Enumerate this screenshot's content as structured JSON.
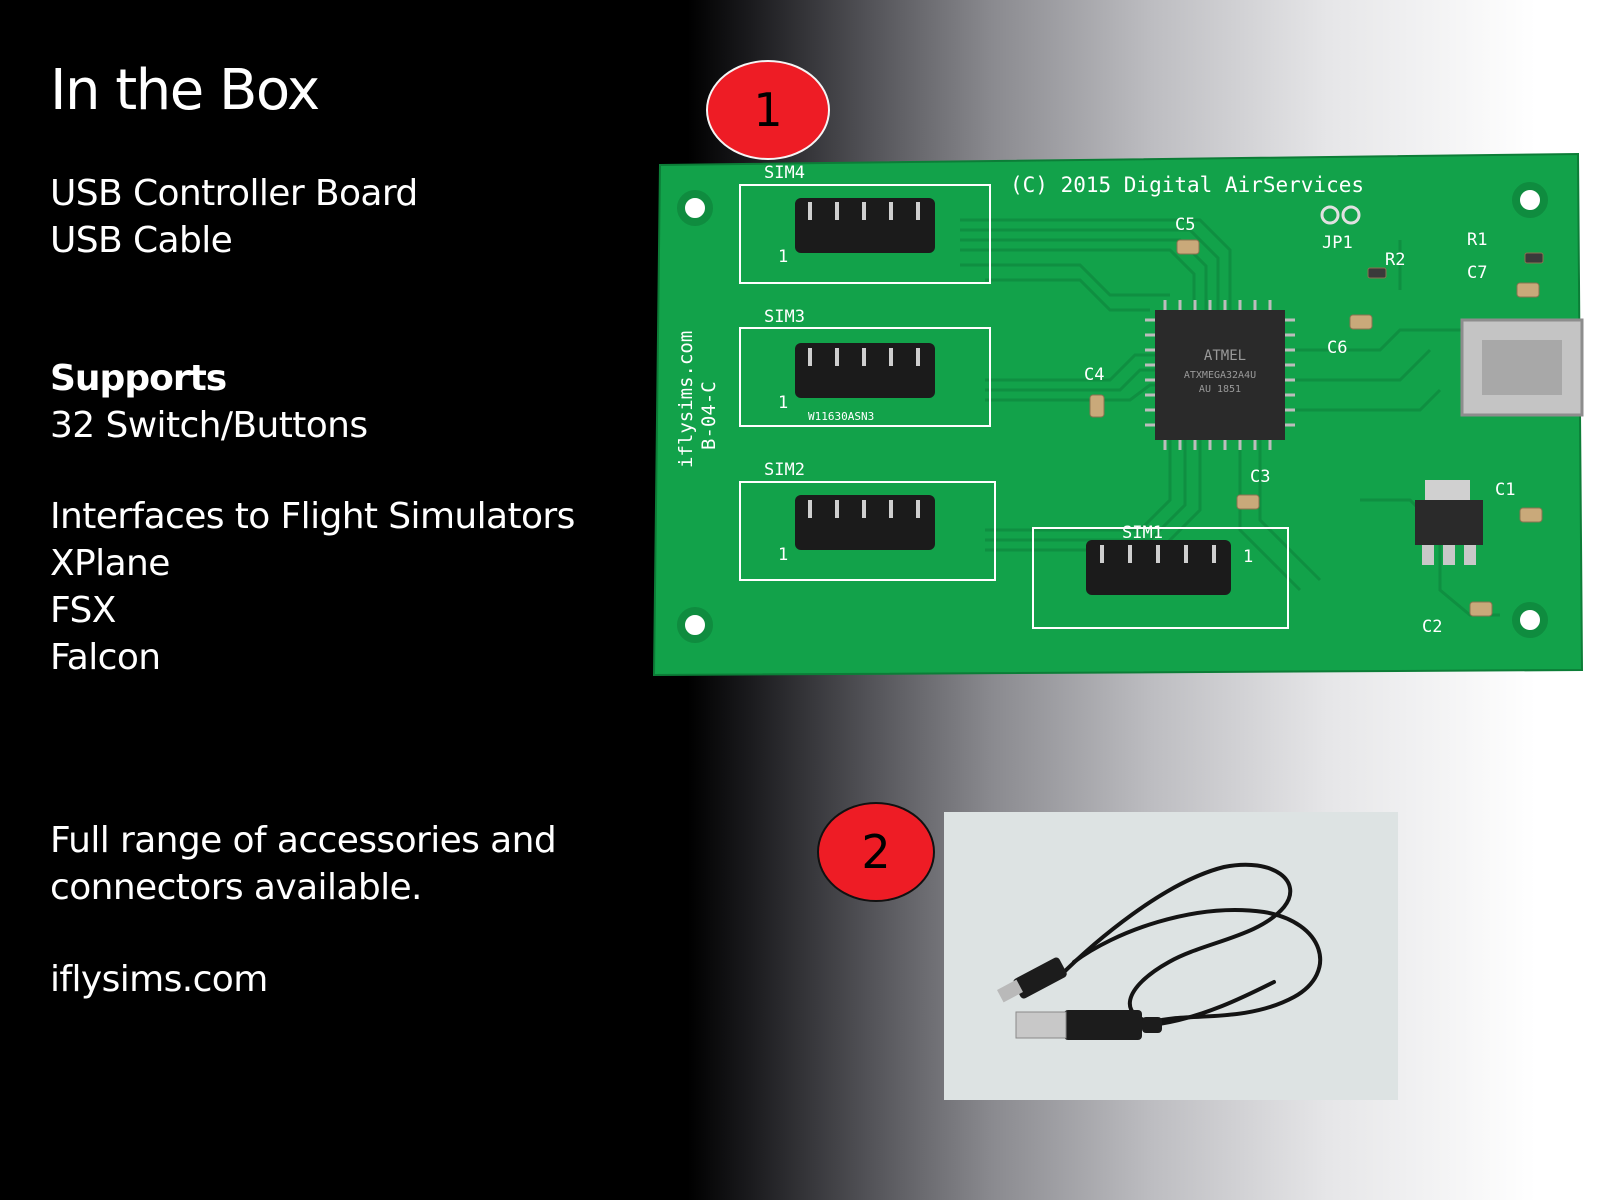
{
  "title": "In the Box",
  "box_contents": [
    "USB Controller Board",
    "USB Cable"
  ],
  "supports": {
    "heading": "Supports",
    "items": [
      "32 Switch/Buttons"
    ]
  },
  "interfaces": {
    "heading": "Interfaces to Flight Simulators",
    "items": [
      "XPlane",
      "FSX",
      "Falcon"
    ]
  },
  "footer": {
    "line1": "Full range of accessories and",
    "line2": "connectors available.",
    "website": "iflysims.com"
  },
  "badges": [
    "1",
    "2"
  ],
  "board": {
    "copyright": "(C) 2015 Digital AirServices",
    "side_text_1": "iflysims.com",
    "side_text_2": "B-04-C",
    "header_labels": [
      "SIM4",
      "SIM3",
      "SIM2",
      "SIM1"
    ],
    "pin1_label": "1",
    "component_labels": {
      "c5": "C5",
      "jp1": "JP1",
      "r2": "R2",
      "r1": "R1",
      "c7": "C7",
      "c6": "C6",
      "c4": "C4",
      "c3": "C3",
      "c1": "C1",
      "c2": "C2"
    },
    "chip_brand": "ATMEL",
    "chip_line1": "ATXMEGA32A4U",
    "chip_line2": "AU 1851",
    "header_marking": "W11630ASN3"
  },
  "colors": {
    "badge": "#ee1c25",
    "pcb": "#12a24a",
    "text": "#ffffff"
  },
  "icons": [
    "usb-controller-board-photo",
    "usb-cable-photo"
  ]
}
